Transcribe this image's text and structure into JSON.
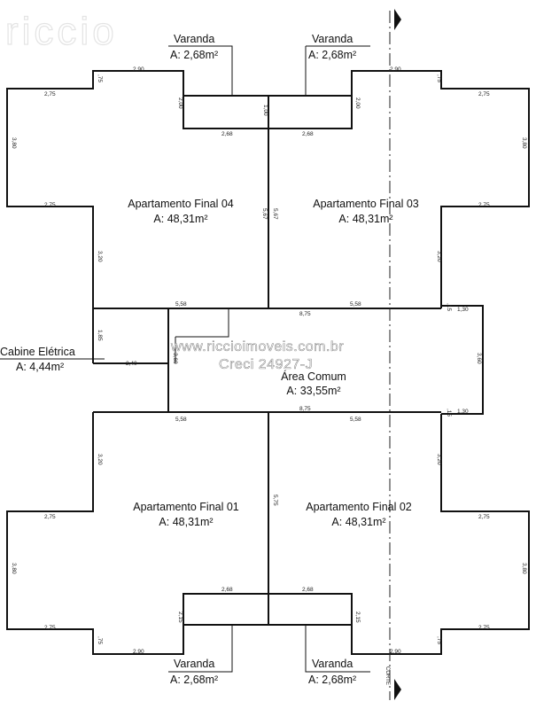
{
  "watermark": {
    "logo": "riccio",
    "site": "www.riccioimoveis.com.br",
    "creci": "Creci 24927-J"
  },
  "section_mark": "CORTE",
  "rooms": {
    "apto04": {
      "name": "Apartamento Final 04",
      "area": "A: 48,31m²"
    },
    "apto03": {
      "name": "Apartamento Final 03",
      "area": "A: 48,31m²"
    },
    "apto01": {
      "name": "Apartamento Final 01",
      "area": "A: 48,31m²"
    },
    "apto02": {
      "name": "Apartamento Final 02",
      "area": "A: 48,31m²"
    },
    "comum": {
      "name": "Área Comum",
      "area": "A: 33,55m²"
    },
    "cabine": {
      "name": "Cabine Elétrica",
      "area": "A: 4,44m²"
    },
    "varanda_tl": {
      "name": "Varanda",
      "area": "A: 2,68m²"
    },
    "varanda_tr": {
      "name": "Varanda",
      "area": "A: 2,68m²"
    },
    "varanda_bl": {
      "name": "Varanda",
      "area": "A: 2,68m²"
    },
    "varanda_br": {
      "name": "Varanda",
      "area": "A: 2,68m²"
    }
  },
  "dimensions": {
    "top_left_290": "2,90",
    "top_left_75": ",75",
    "top_left_275": "2,75",
    "left_380_top": "3,80",
    "left_275_mid_top": "2,75",
    "left_320_top": "3,20",
    "var_tl_200": "2,00",
    "var_tl_268": "2,68",
    "center_100": "1,00",
    "var_tr_200": "2,00",
    "var_tr_268": "2,68",
    "center_567_a": "5,67",
    "center_567_b": "5,67",
    "top_right_290": "2,90",
    "top_right_75": ",75",
    "top_right_275": "2,75",
    "right_380_top": "3,80",
    "right_275_mid_top": "2,75",
    "right_320_top": "3,20",
    "comum_558_tl": "5,58",
    "comum_875_top": "8,75",
    "comum_558_tr": "5,58",
    "comum_130_top": "1,30",
    "comum_15_top": ",15",
    "cabine_185": "1,85",
    "cabine_240": "2,40",
    "comum_360_l": "3,60",
    "comum_360_r": "3,60",
    "comum_558_bl": "5,58",
    "comum_875_bottom": "8,75",
    "comum_558_br": "5,58",
    "comum_130_bottom": "1,30",
    "comum_15_bottom": ",15",
    "left_320_bottom": "3,20",
    "right_320_bottom": "3,20",
    "center_575": "5,75",
    "left_275_mid_bottom": "2,75",
    "right_275_mid_bottom": "2,75",
    "left_380_bottom": "3,80",
    "right_380_bottom": "3,80",
    "var_bl_268": "2,68",
    "var_br_268": "2,68",
    "var_bl_215": "2,15",
    "var_br_215": "2,15",
    "bottom_left_275": "2,75",
    "bottom_right_275": "2,75",
    "bottom_left_75": ",75",
    "bottom_right_75": ",75",
    "bottom_left_290": "2,90",
    "bottom_right_290": "2,90"
  }
}
